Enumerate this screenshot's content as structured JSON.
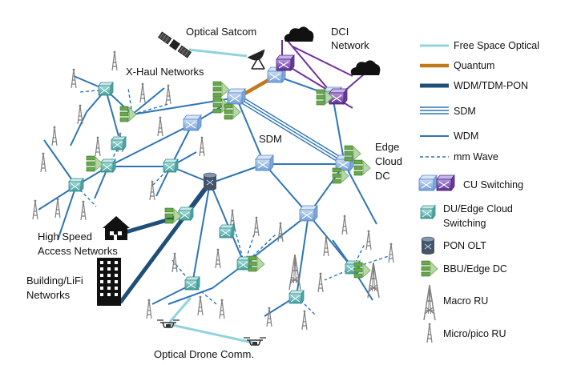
{
  "labels": {
    "optical_satcom": "Optical Satcom",
    "dci_1": "DCI",
    "dci_2": "Network",
    "xhaul": "X-Haul Networks",
    "sdm": "SDM",
    "edge_1": "Edge",
    "edge_2": "Cloud",
    "edge_3": "DC",
    "highspeed_1": "High Speed",
    "highspeed_2": "Access Networks",
    "building_1": "Building/LiFi",
    "building_2": "Networks",
    "drone": "Optical Drone Comm."
  },
  "legend": {
    "fso": "Free Space Optical",
    "quantum": "Quantum",
    "wdmtdm": "WDM/TDM-PON",
    "sdm": "SDM",
    "wdm": "WDM",
    "mmwave": "mm Wave",
    "cu": "CU Switching",
    "du_1": "DU/Edge Cloud",
    "du_2": "Switching",
    "pon": "PON OLT",
    "bbu": "BBU/Edge DC",
    "macro": "Macro RU",
    "micro": "Micro/pico RU"
  },
  "colors": {
    "fso": "#8fd3df",
    "quantum": "#c07a1e",
    "wdmtdm": "#1f4e79",
    "wdm": "#2e75b6",
    "dci": "#7030a0",
    "cu_blue": "#8db3e2",
    "cu_purple": "#7f4fb0",
    "du": "#5fb8b6",
    "pon": "#44546a",
    "bbu": "#6aa84f",
    "tower": "#7f7f7f"
  },
  "icons": [
    "satellite-icon",
    "cloud-icon",
    "house-icon",
    "building-icon",
    "drone-icon",
    "satellite-dish-icon"
  ]
}
